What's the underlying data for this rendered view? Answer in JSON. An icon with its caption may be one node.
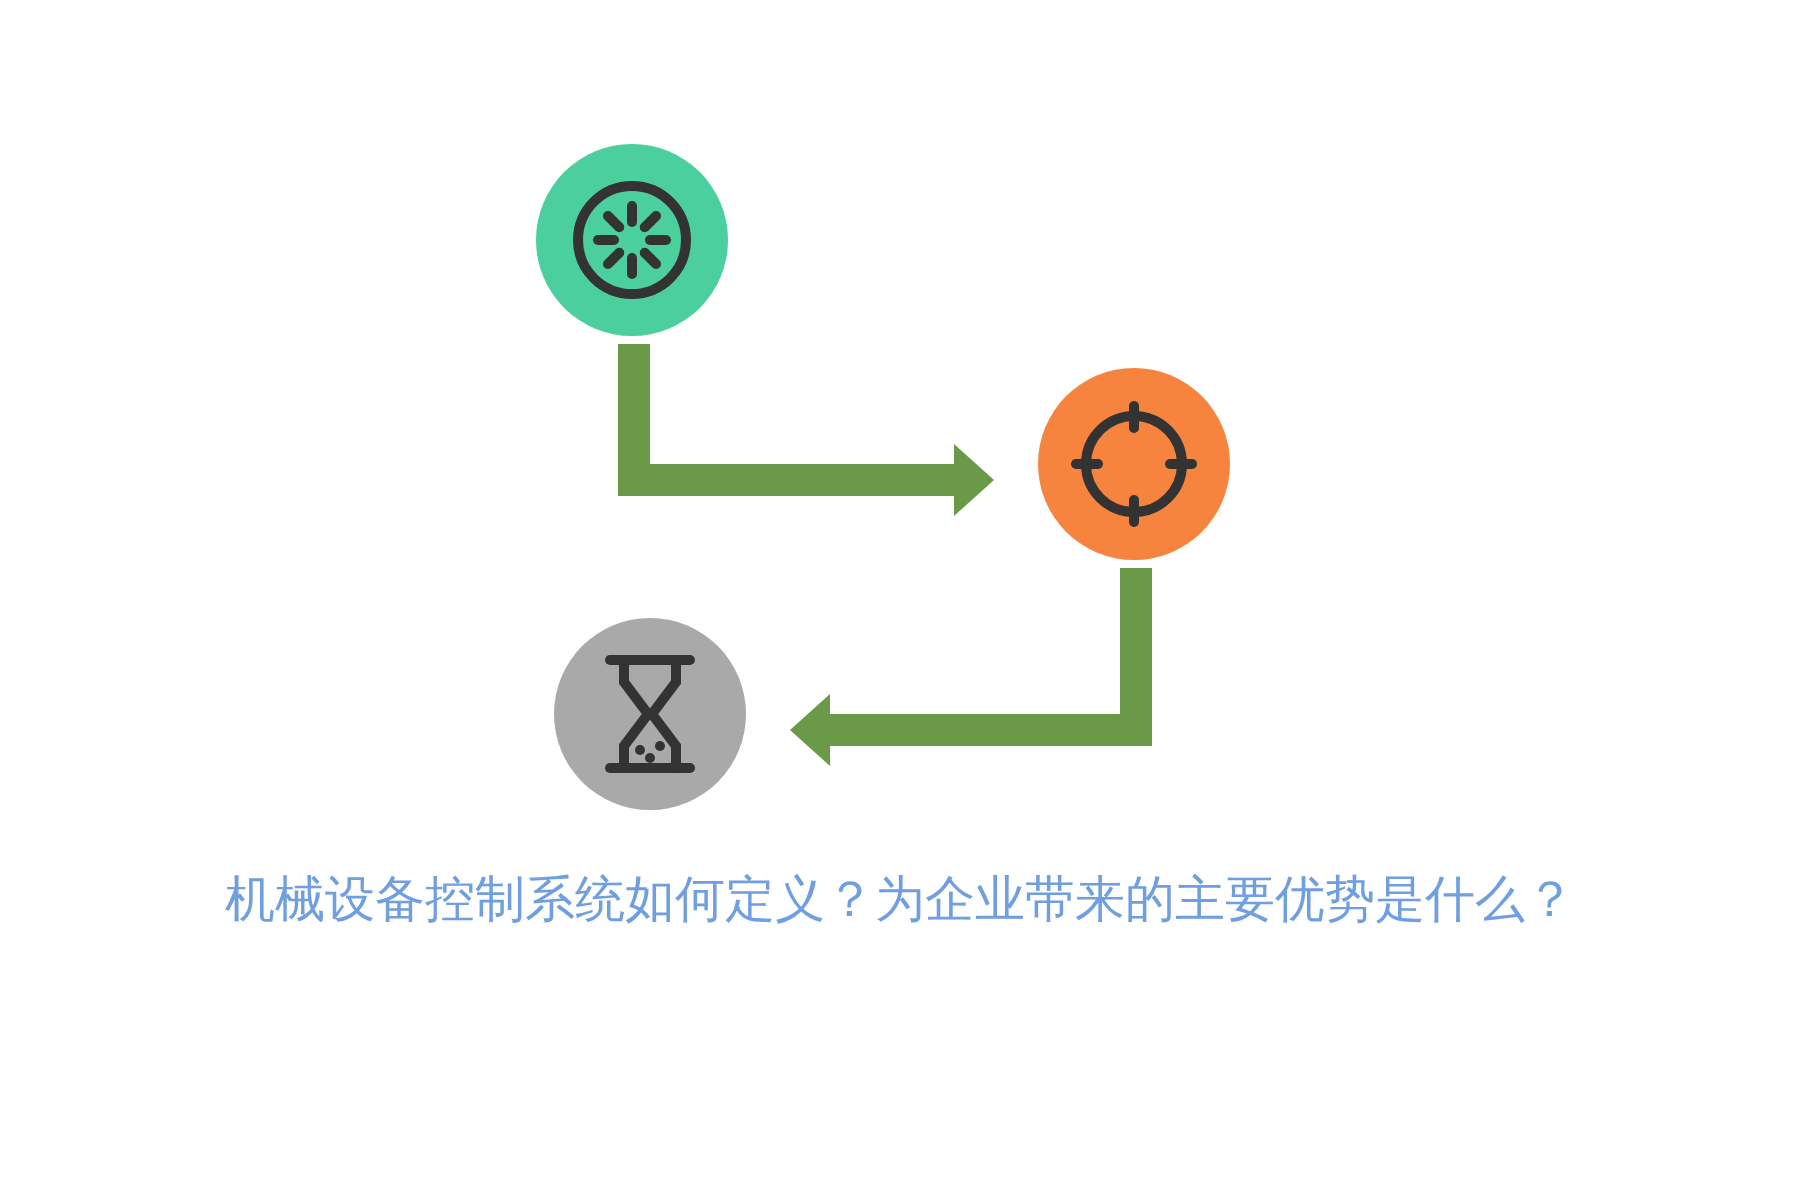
{
  "diagram": {
    "title": "机械设备控制系统如何定义？为企业带来的主要优势是什么？",
    "nodes": [
      {
        "text": [],
        "shape": "circle"
      },
      {
        "text": [],
        "shape": "circle"
      },
      {
        "text": [],
        "shape": "circle"
      }
    ],
    "edges": [
      {
        "from": 0,
        "to": 1,
        "arrow": "to"
      },
      {
        "from": 1,
        "to": 2,
        "arrow": "to"
      }
    ]
  }
}
